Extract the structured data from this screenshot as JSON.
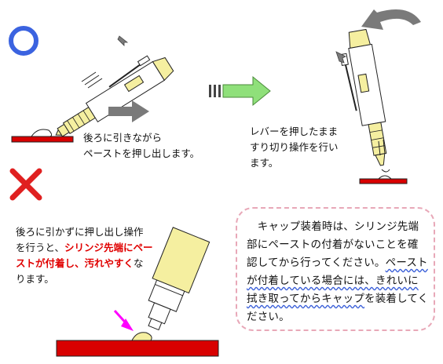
{
  "panels": {
    "correct": {
      "mark": "circle-ok",
      "caption": "後ろに引きながら\nペーストを押し出します。"
    },
    "lever": {
      "caption": "レバーを押したまま\nすり切り操作を行い\nます。"
    },
    "wrong": {
      "mark": "cross-ng",
      "caption_parts": [
        "後ろに引かずに押し出し操作\nを行うと、",
        "シリンジ先端にペー\nストが付着し",
        "、",
        "汚れやすく",
        "な\nります。"
      ]
    },
    "note": {
      "parts": [
        "　キャップ装着時は、シリンジ先端部にペーストの付着がないことを確認してから行ってください。",
        "ペーストが付着している場合には、きれいに拭き取ってからキャップ",
        "を装着してください。"
      ]
    }
  },
  "colors": {
    "ok_mark": "#3b63e0",
    "ng_mark": "#e02020",
    "plate": "#d80000",
    "syringe_tip": "#f5efa0",
    "arrow_gray": "#7a7a7a",
    "arrow_green": "#8fe07a",
    "pointer": "#ff00ff"
  }
}
